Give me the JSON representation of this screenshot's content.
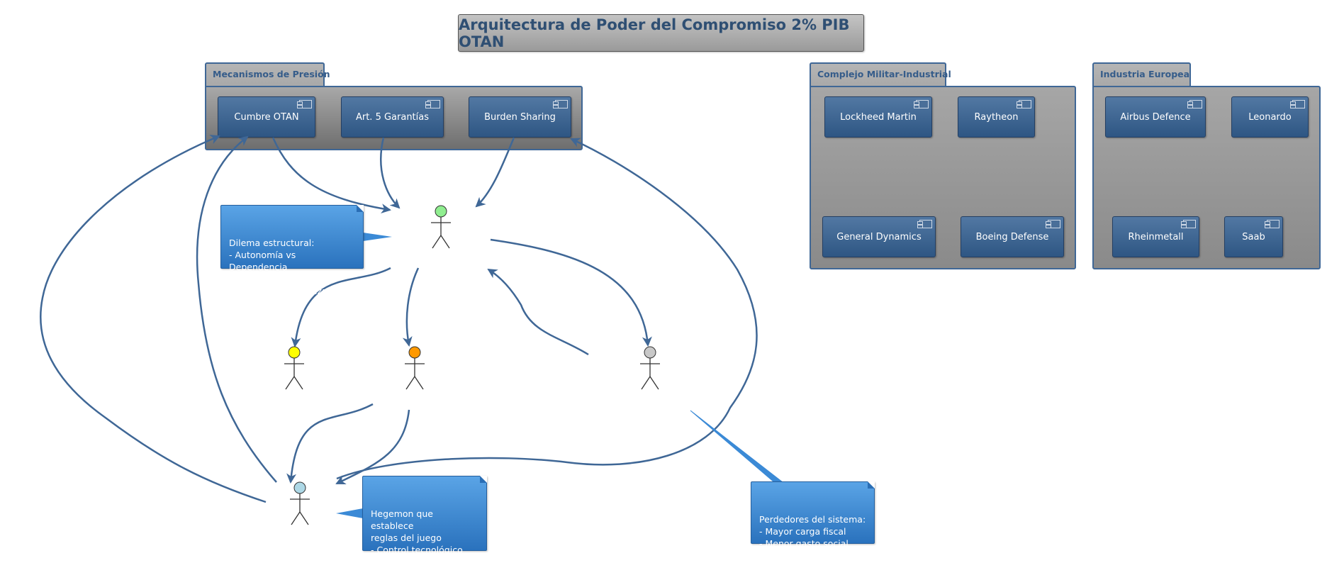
{
  "title": "Arquitectura de Poder del Compromiso 2% PIB OTAN",
  "packages": {
    "presion": {
      "label": "Mecanismos de Presión",
      "items": [
        "Cumbre OTAN",
        "Art. 5 Garantías",
        "Burden Sharing"
      ]
    },
    "militar": {
      "label": "Complejo Militar-Industrial",
      "items": [
        "Lockheed Martin",
        "Raytheon",
        "General Dynamics",
        "Boeing Defense"
      ]
    },
    "europea": {
      "label": "Industria Europea",
      "items": [
        "Airbus Defence",
        "Leonardo",
        "Rheinmetall",
        "Saab"
      ]
    }
  },
  "notes": {
    "dilema": "Dilema estructural:\n- Autonomía vs Dependencia\n- Gasto social vs Militar\n- Soberanía vs Alianza",
    "hegemon": "Hegemon que establece\nreglas del juego\n- Control tecnológico\n- Disciplina aliados\n- Redistribución cargas",
    "perdedores": "Perdedores del sistema:\n- Mayor carga fiscal\n- Menor gasto social\n- Riesgo militarización"
  },
  "actors": [
    {
      "id": "center",
      "color": "#90ee90"
    },
    {
      "id": "yellow",
      "color": "#ffff00"
    },
    {
      "id": "orange",
      "color": "#ff9900"
    },
    {
      "id": "gray",
      "color": "#c8c8c8"
    },
    {
      "id": "hegemon",
      "color": "#add8e6"
    }
  ],
  "colors": {
    "edge": "#3f6796",
    "note": "#3b8ad6",
    "component": "#3f6796",
    "title_text": "#2f4f73"
  }
}
